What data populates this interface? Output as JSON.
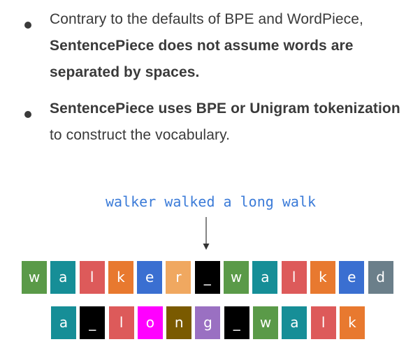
{
  "bullets": [
    {
      "lead": "Contrary to the defaults of BPE and WordPiece, ",
      "bold": "SentencePiece does not assume words are separated by spaces."
    },
    {
      "bold": "SentencePiece uses BPE or Unigram tokenization",
      "tail": " to construct the vocabulary."
    }
  ],
  "input_text": "walker walked a long walk",
  "colors": {
    "green": "#5a9a48",
    "teal": "#168e97",
    "red": "#dd5a5a",
    "orange": "#e8792f",
    "blue": "#3a6fd1",
    "peach": "#f0a860",
    "black": "#000000",
    "slate": "#6b7f8a",
    "magenta": "#ff00ff",
    "brown": "#7a5a00",
    "purple": "#9a70c2"
  },
  "tokens_row1": [
    {
      "text": "w",
      "color": "#5a9a48"
    },
    {
      "text": "a",
      "color": "#168e97"
    },
    {
      "text": "l",
      "color": "#dd5a5a"
    },
    {
      "text": "k",
      "color": "#e8792f"
    },
    {
      "text": "e",
      "color": "#3a6fd1"
    },
    {
      "text": "r",
      "color": "#f0a860"
    },
    {
      "text": "_",
      "color": "#000000"
    },
    {
      "text": "w",
      "color": "#5a9a48"
    },
    {
      "text": "a",
      "color": "#168e97"
    },
    {
      "text": "l",
      "color": "#dd5a5a"
    },
    {
      "text": "k",
      "color": "#e8792f"
    },
    {
      "text": "e",
      "color": "#3a6fd1"
    },
    {
      "text": "d",
      "color": "#6b7f8a"
    }
  ],
  "tokens_row2": [
    {
      "text": "a",
      "color": "#168e97"
    },
    {
      "text": "_",
      "color": "#000000"
    },
    {
      "text": "l",
      "color": "#dd5a5a"
    },
    {
      "text": "o",
      "color": "#ff00ff"
    },
    {
      "text": "n",
      "color": "#7a5a00"
    },
    {
      "text": "g",
      "color": "#9a70c2"
    },
    {
      "text": "_",
      "color": "#000000"
    },
    {
      "text": "w",
      "color": "#5a9a48"
    },
    {
      "text": "a",
      "color": "#168e97"
    },
    {
      "text": "l",
      "color": "#dd5a5a"
    },
    {
      "text": "k",
      "color": "#e8792f"
    }
  ]
}
